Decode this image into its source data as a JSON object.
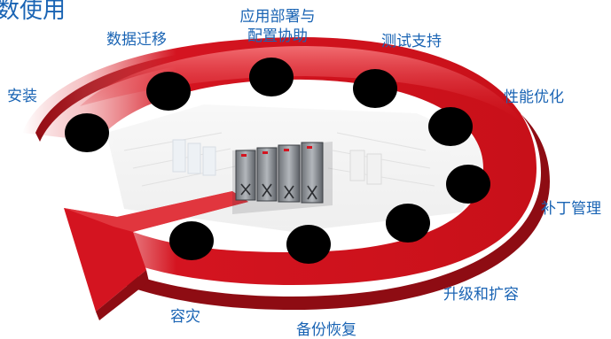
{
  "diagram": {
    "title_fragment": "数使用",
    "lifecycle_steps": [
      {
        "id": "install",
        "label": "安装"
      },
      {
        "id": "migration",
        "label": "数据迁移"
      },
      {
        "id": "deploy",
        "label": "应用部署与\n配置协助"
      },
      {
        "id": "testing",
        "label": "测试支持"
      },
      {
        "id": "perf",
        "label": "性能优化"
      },
      {
        "id": "patch",
        "label": "补丁管理"
      },
      {
        "id": "upgrade",
        "label": "升级和扩容"
      },
      {
        "id": "backup",
        "label": "备份恢复"
      },
      {
        "id": "disaster",
        "label": "容灾"
      }
    ],
    "colors": {
      "ring_red": "#d41420",
      "ring_dark": "#8e0c13",
      "ring_highlight": "#f26a6f",
      "label_blue": "#1a64b4",
      "dot": "#000000"
    },
    "center_icon": "server-rack-icon"
  }
}
